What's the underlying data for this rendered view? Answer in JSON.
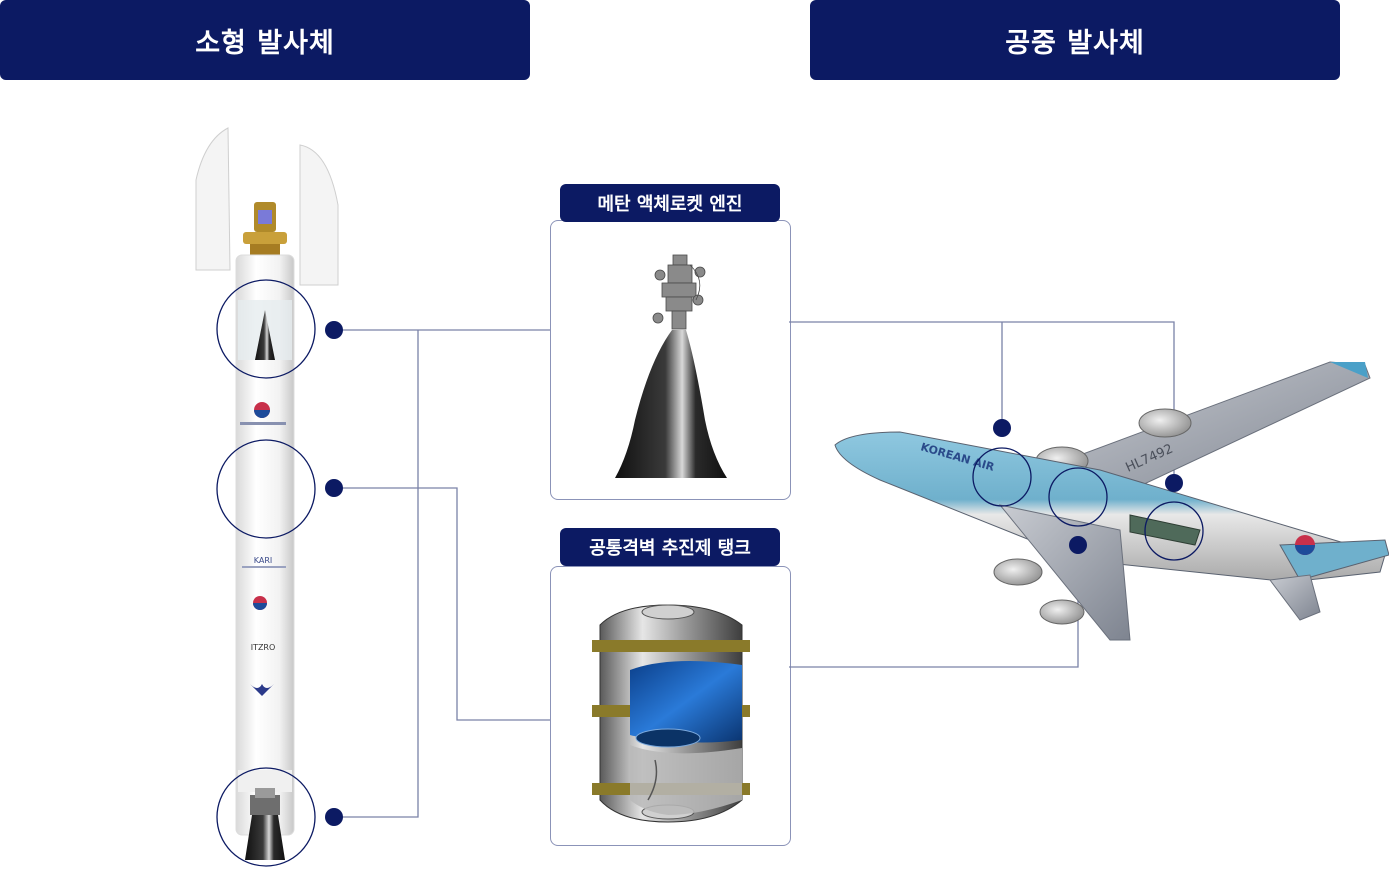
{
  "headers": {
    "small_launcher": "소형 발사체",
    "air_launcher": "공중 발사체"
  },
  "panels": {
    "engine_label": "메탄 액체로켓 엔진",
    "tank_label": "공통격벽 추진제 탱크"
  },
  "rocket": {
    "logos": [
      "KARI",
      "ITZRO"
    ]
  },
  "aircraft": {
    "registration": "HL7492",
    "livery": "KOREAN AIR"
  },
  "colors": {
    "navy": "#0c1a63",
    "connector": "#7a82a8",
    "engine_dark": "#1c1c1c",
    "tank_blue": "#1a5fb4",
    "tank_gold": "#8a7a2a"
  }
}
